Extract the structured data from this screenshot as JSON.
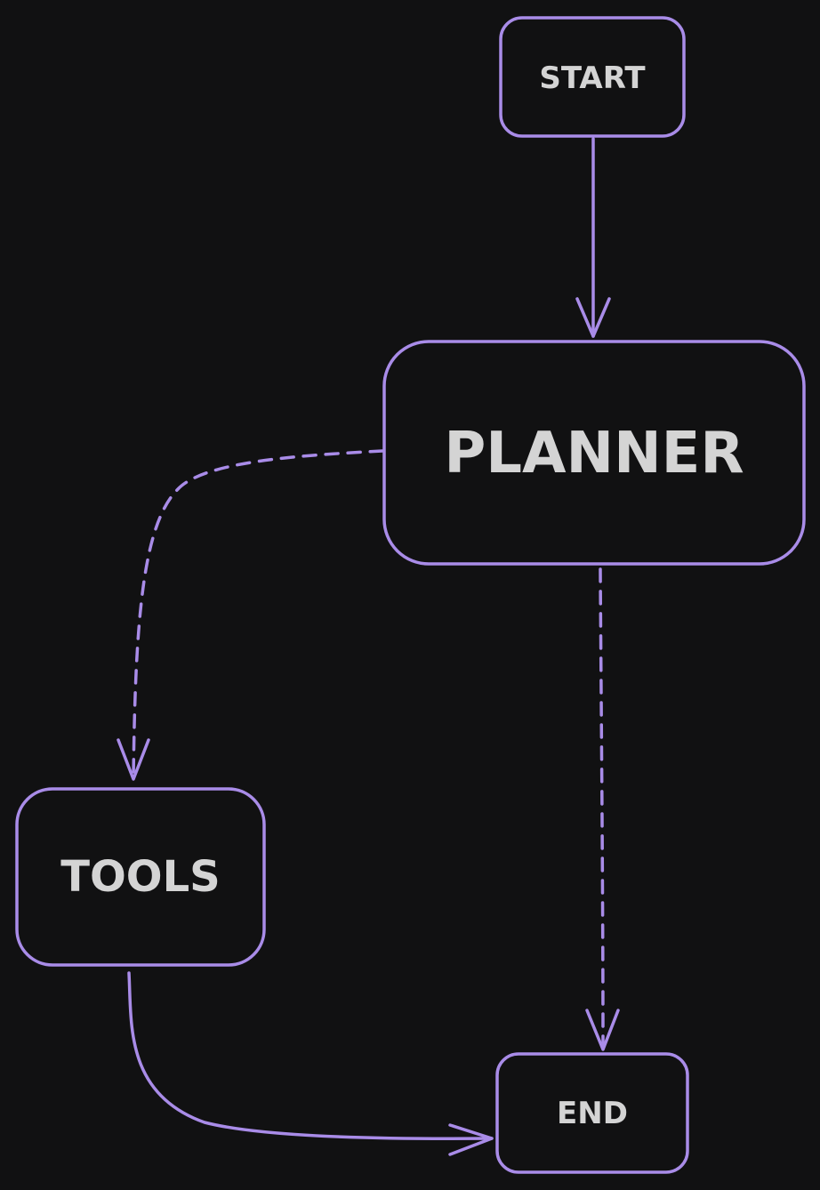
{
  "diagram": {
    "colors": {
      "background": "#111112",
      "accent": "#a98ce8",
      "text": "#d4d4d4"
    },
    "nodes": {
      "start": {
        "label": "START"
      },
      "planner": {
        "label": "PLANNER"
      },
      "tools": {
        "label": "TOOLS"
      },
      "end": {
        "label": "END"
      }
    },
    "edges": [
      {
        "from": "start",
        "to": "planner",
        "style": "solid"
      },
      {
        "from": "planner",
        "to": "tools",
        "style": "dashed"
      },
      {
        "from": "planner",
        "to": "end",
        "style": "dashed"
      },
      {
        "from": "tools",
        "to": "end",
        "style": "solid"
      }
    ]
  }
}
